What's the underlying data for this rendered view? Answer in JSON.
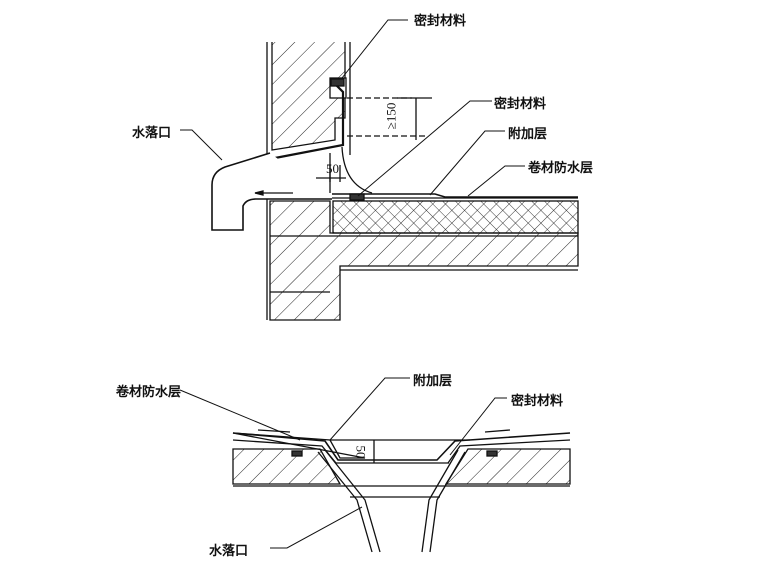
{
  "top_detail": {
    "labels": {
      "sealant_upper": "密封材料",
      "sealant_lower": "密封材料",
      "additional_layer": "附加层",
      "membrane": "卷材防水层",
      "outlet": "水落口"
    },
    "dimensions": {
      "height": "≥150",
      "width": "50"
    }
  },
  "bottom_detail": {
    "labels": {
      "membrane": "卷材防水层",
      "additional_layer": "附加层",
      "sealant": "密封材料",
      "outlet": "水落口"
    },
    "dimensions": {
      "depth": "50"
    }
  }
}
